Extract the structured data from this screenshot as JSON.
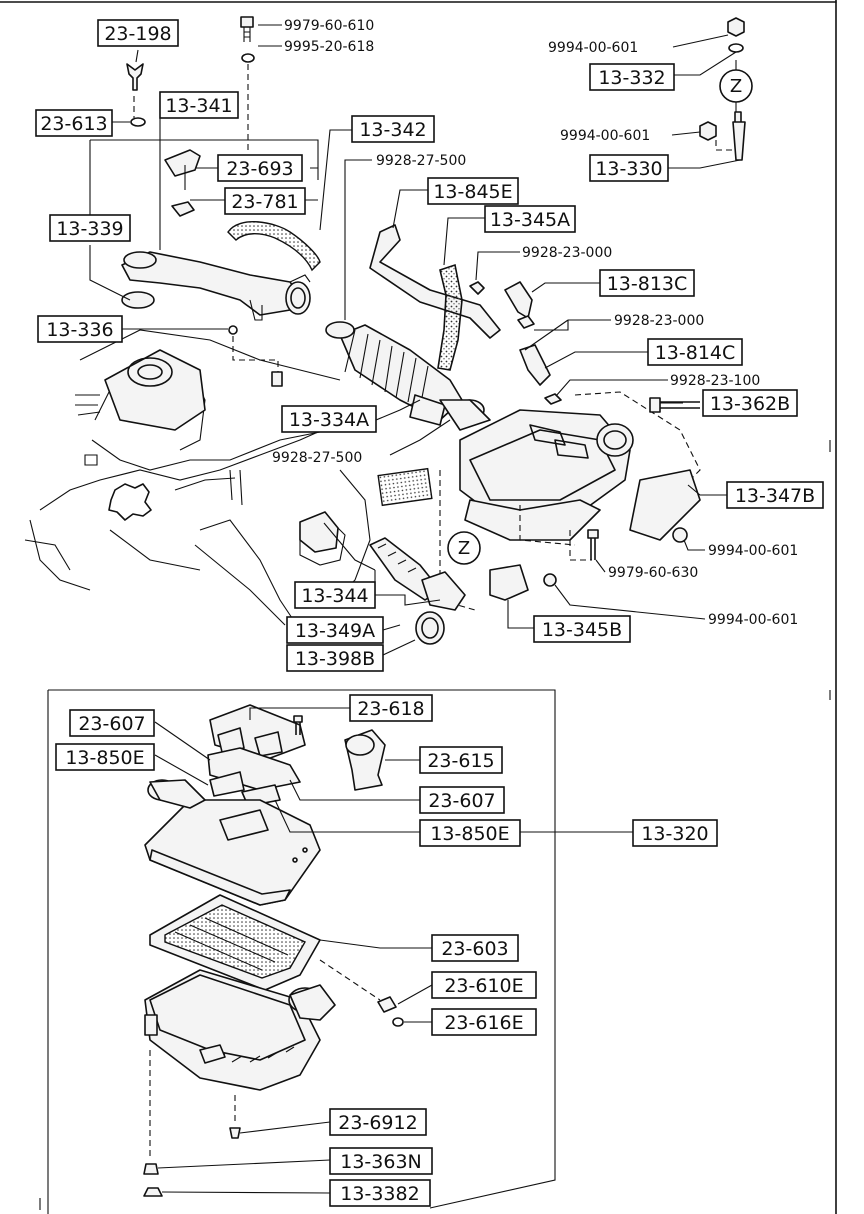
{
  "labels": {
    "l_23_198": "23-198",
    "l_23_613": "23-613",
    "l_13_341": "13-341",
    "l_13_342": "13-342",
    "l_23_693": "23-693",
    "l_23_781": "23-781",
    "l_13_339": "13-339",
    "l_13_336": "13-336",
    "l_13_845e": "13-845E",
    "l_13_345a": "13-345A",
    "l_13_813c": "13-813C",
    "l_13_814c": "13-814C",
    "l_13_332": "13-332",
    "l_13_330": "13-330",
    "l_13_362b": "13-362B",
    "l_13_347b": "13-347B",
    "l_13_334a": "13-334A",
    "l_13_344": "13-344",
    "l_13_349a": "13-349A",
    "l_13_398b": "13-398B",
    "l_13_345b": "13-345B",
    "l_23_618": "23-618",
    "l_23_607a": "23-607",
    "l_13_850ea": "13-850E",
    "l_23_615": "23-615",
    "l_23_607b": "23-607",
    "l_13_850eb": "13-850E",
    "l_13_320": "13-320",
    "l_23_603": "23-603",
    "l_23_610e": "23-610E",
    "l_23_616e": "23-616E",
    "l_23_6912": "23-6912",
    "l_13_363n": "13-363N",
    "l_13_3382": "13-3382"
  },
  "numbers": {
    "n_9979_60_610": "9979-60-610",
    "n_9995_20_618": "9995-20-618",
    "n_9928_27_500a": "9928-27-500",
    "n_9928_27_500b": "9928-27-500",
    "n_9928_23_000a": "9928-23-000",
    "n_9928_23_000b": "9928-23-000",
    "n_9928_23_100": "9928-23-100",
    "n_9994_00_601a": "9994-00-601",
    "n_9994_00_601b": "9994-00-601",
    "n_9994_00_601c": "9994-00-601",
    "n_9994_00_601d": "9994-00-601",
    "n_9979_60_630": "9979-60-630"
  },
  "markers": {
    "z_top": "Z",
    "z_mid": "Z"
  }
}
